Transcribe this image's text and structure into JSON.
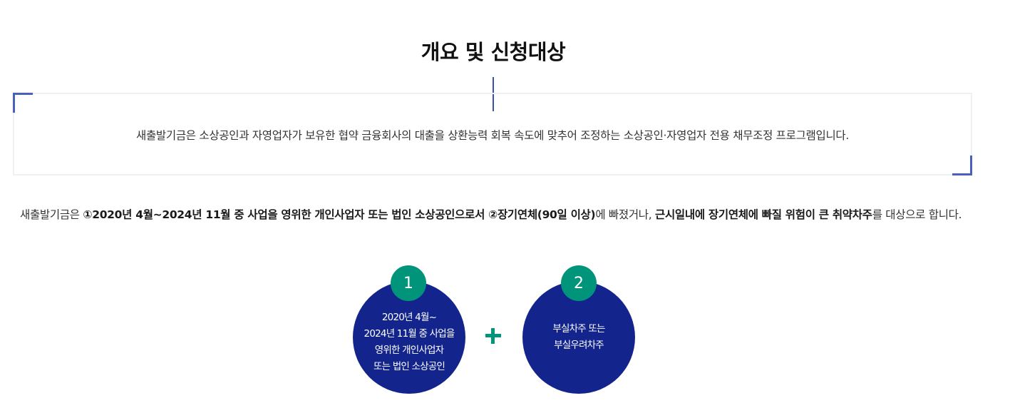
{
  "page": {
    "title": "개요 및 신청대상"
  },
  "summary": {
    "text": "새출발기금은 소상공인과 자영업자가 보유한 협약 금융회사의 대출을 상환능력 회복 속도에 맞추어 조정하는 소상공인·자영업자 전용 채무조정 프로그램입니다."
  },
  "description": {
    "part1": "새출발기금은 ",
    "bold1": "①2020년 4월~2024년 11월 중 사업을 영위한 개인사업자 또는 법인 소상공인으로서 ②장기연체(90일 이상)",
    "part2": "에 빠졌거나, ",
    "bold2": "근시일내에 장기연체에 빠질 위험이 큰 취약차주",
    "part3": "를 대상으로 합니다."
  },
  "criteria": [
    {
      "number": "1",
      "text": "2020년 4월~\n2024년 11월 중 사업을\n영위한 개인사업자\n또는 법인 소상공인"
    },
    {
      "number": "2",
      "text": "부실차주 또는\n부실우려차주"
    }
  ],
  "colors": {
    "circle": "#13258c",
    "badge": "#00957a",
    "accent": "#4a5fbf"
  },
  "icons": {
    "plus": "plus-icon"
  }
}
